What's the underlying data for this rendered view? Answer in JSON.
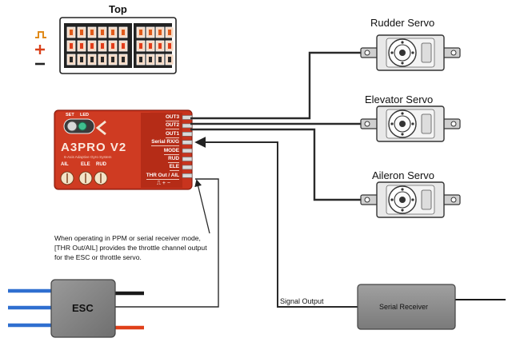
{
  "top_header": {
    "title": "Top"
  },
  "legend": {
    "signal_symbol": "⎍",
    "plus_symbol": "+",
    "minus_symbol": "−"
  },
  "controller": {
    "indicators": {
      "set": "SET",
      "led": "LED"
    },
    "brand": "A3PRO V2",
    "subtitle": "6-Axis Adaptive Gyro System",
    "knobs": [
      "AIL",
      "ELE",
      "RUD"
    ],
    "ports": [
      "OUT3",
      "OUT2",
      "OUT1",
      "Serial RX/G",
      "MODE",
      "RUD",
      "ELE",
      "THR Out / AIL"
    ],
    "bottom_symbols": "⎍ + −"
  },
  "servos": {
    "rudder": "Rudder Servo",
    "elevator": "Elevator Servo",
    "aileron": "Aileron Servo"
  },
  "note": {
    "lines": [
      "When operating in PPM or serial receiver mode,",
      "[THR Out/AIL] provides the throttle channel output",
      "for the ESC or throttle servo."
    ]
  },
  "esc": {
    "label": "ESC"
  },
  "receiver": {
    "label": "Serial Receiver",
    "signal_output": "Signal Output"
  },
  "colors": {
    "board_red": "#c8341e",
    "wire_blue": "#2f6fd0",
    "wire_red": "#e0401a",
    "pin_orange": "#e05a1a",
    "box_gray": "#8a8a8a"
  }
}
